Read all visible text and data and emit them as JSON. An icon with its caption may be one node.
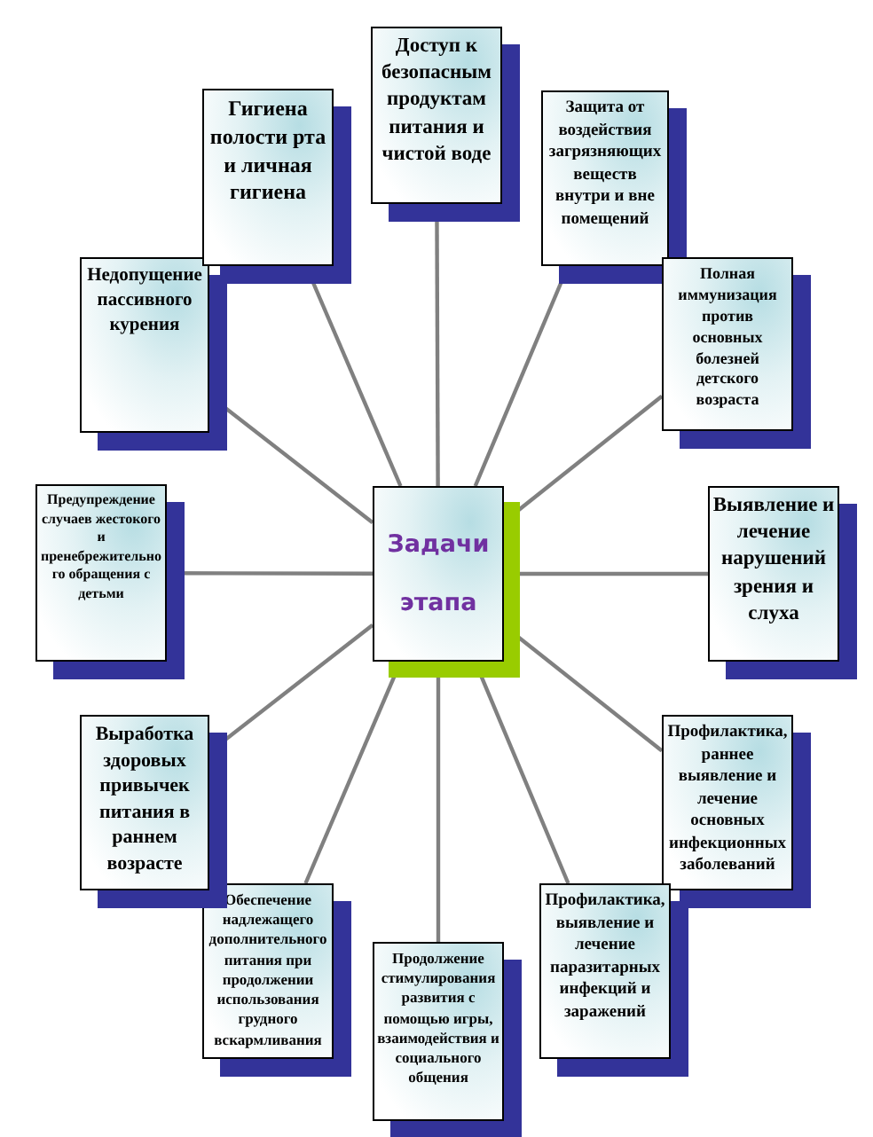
{
  "diagram": {
    "nodes": [
      {
        "text": [
          "Задачи этапа"
        ]
      },
      {
        "text": [
          "Доступ к безопасным продуктам питания и чистой воде"
        ]
      },
      {
        "text": [
          "Защита от воздействия загрязняющих веществ внутри и вне помещений"
        ]
      },
      {
        "text": [
          "Полная иммунизация против основных болезней детского возраста"
        ]
      },
      {
        "text": [
          "Выявление и лечение нарушений зрения и слуха"
        ]
      },
      {
        "text": [
          "Профилактика, раннее выявление и лечение основных инфекционных заболеваний"
        ]
      },
      {
        "text": [
          "Профилактика, выявление и лечение паразитарных инфекций и заражений"
        ]
      },
      {
        "text": [
          "Продолжение стимулирования развития с помощью игры, взаимодействия и социального общения"
        ]
      },
      {
        "text": [
          "Обеспечение надлежащего дополнительного питания при продолжении использования грудного вскармливания"
        ]
      },
      {
        "text": [
          "Выработка здоровых привычек питания в раннем возрасте"
        ]
      },
      {
        "text": [
          "Предупреждение случаев жестокого и пренебрежительного обращения с детьми"
        ]
      },
      {
        "text": [
          "Недопущение пассивного курения"
        ]
      },
      {
        "text": [
          "Гигиена полости рта и личная гигиена"
        ]
      }
    ],
    "edges": [
      {
        "from": 0,
        "to": 1,
        "arrow": "none"
      },
      {
        "from": 0,
        "to": 2,
        "arrow": "none"
      },
      {
        "from": 0,
        "to": 3,
        "arrow": "none"
      },
      {
        "from": 0,
        "to": 4,
        "arrow": "none"
      },
      {
        "from": 0,
        "to": 5,
        "arrow": "none"
      },
      {
        "from": 0,
        "to": 6,
        "arrow": "none"
      },
      {
        "from": 0,
        "to": 7,
        "arrow": "none"
      },
      {
        "from": 0,
        "to": 8,
        "arrow": "none"
      },
      {
        "from": 0,
        "to": 9,
        "arrow": "none"
      },
      {
        "from": 0,
        "to": 10,
        "arrow": "none"
      },
      {
        "from": 0,
        "to": 11,
        "arrow": "none"
      },
      {
        "from": 0,
        "to": 12,
        "arrow": "none"
      }
    ]
  }
}
